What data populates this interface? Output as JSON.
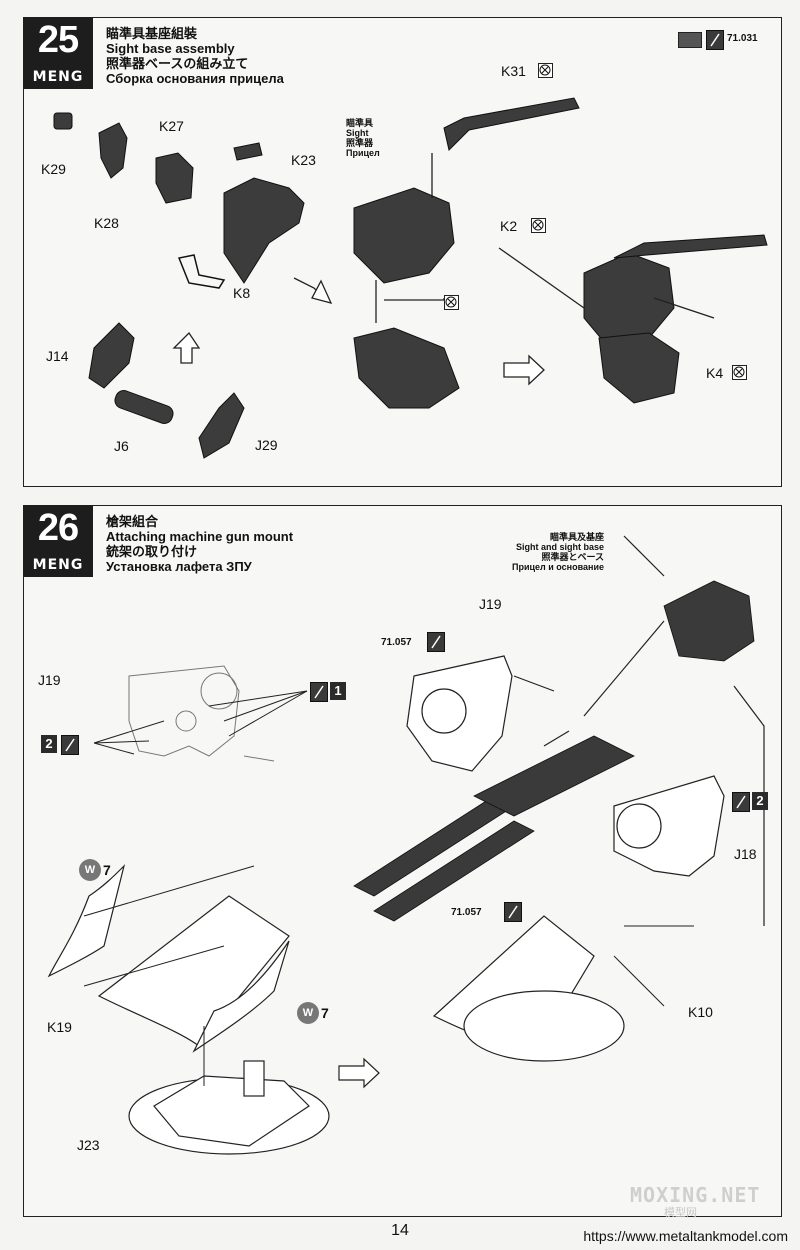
{
  "step25": {
    "number": "25",
    "brand": "MENG",
    "title_cn": "瞄準具基座組裝",
    "title_en": "Sight base assembly",
    "title_jp": "照準器ベースの組み立て",
    "title_ru": "Сборка основания прицела",
    "paint_code": "71.031",
    "parts": {
      "k29": "K29",
      "k27": "K27",
      "k28": "K28",
      "k23": "K23",
      "k8": "K8",
      "j14": "J14",
      "j6": "J6",
      "j29": "J29",
      "k31": "K31",
      "k2": "K2",
      "k4": "K4"
    },
    "sight_label": {
      "cn": "瞄準具",
      "en": "Sight",
      "jp": "照準器",
      "ru": "Прицел"
    }
  },
  "step26": {
    "number": "26",
    "brand": "MENG",
    "title_cn": "槍架組合",
    "title_en": "Attaching machine gun mount",
    "title_jp": "銃架の取り付け",
    "title_ru": "Установка лафета ЗПУ",
    "sight_base_label": {
      "cn": "瞄準具及基座",
      "en": "Sight and sight base",
      "jp": "照準器とベース",
      "ru": "Прицел и основание"
    },
    "paint_code_1": "71.057",
    "paint_code_2": "71.057",
    "parts": {
      "j19_left": "J19",
      "j19_right": "J19",
      "j18": "J18",
      "k10": "K10",
      "k19": "K19",
      "j23": "J23"
    },
    "paint_markers": {
      "m1": "1",
      "m2": "2",
      "m3": "2"
    },
    "weathering": {
      "w1": "W",
      "w1_num": "7",
      "w2": "W",
      "w2_num": "7"
    }
  },
  "footer": {
    "page_number": "14",
    "url": "https://www.metaltankmodel.com",
    "watermark": "MOXING.NET",
    "watermark_sub": "模型网"
  }
}
